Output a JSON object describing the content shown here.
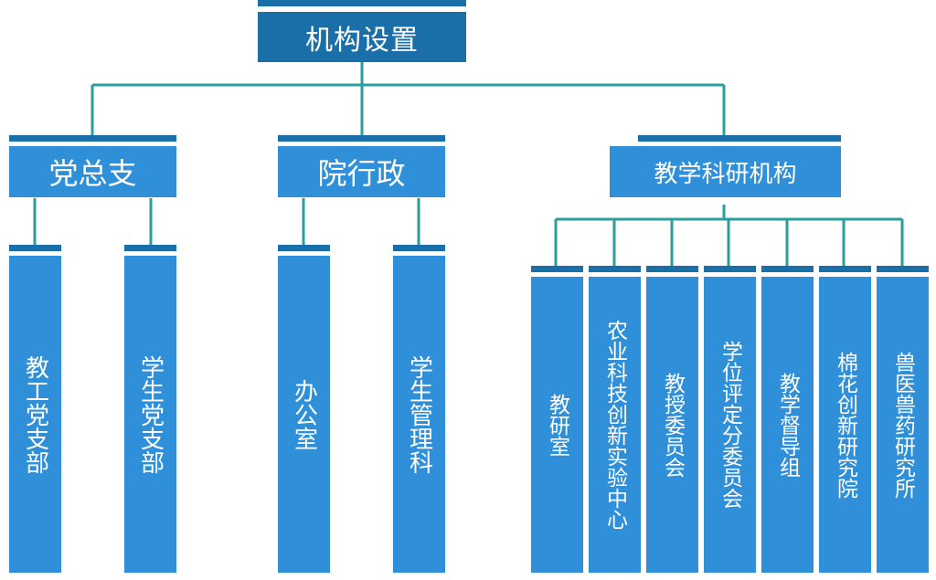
{
  "title": "机构设置",
  "groups": [
    {
      "label": "党总支",
      "children": [
        "教工党支部",
        "学生党支部"
      ]
    },
    {
      "label": "院行政",
      "children": [
        "办公室",
        "学生管理科"
      ]
    },
    {
      "label": "教学科研机构",
      "children": [
        "教研室",
        "农业科技创新实验中心",
        "教授委员会",
        "学位评定分委员会",
        "教学督导组",
        "棉花创新研究院",
        "兽医兽药研究所"
      ]
    }
  ],
  "colors": {
    "bar_dark": "#1a6fa8",
    "box_blue": "#2f8fd8",
    "connector": "#2a9d9d"
  }
}
